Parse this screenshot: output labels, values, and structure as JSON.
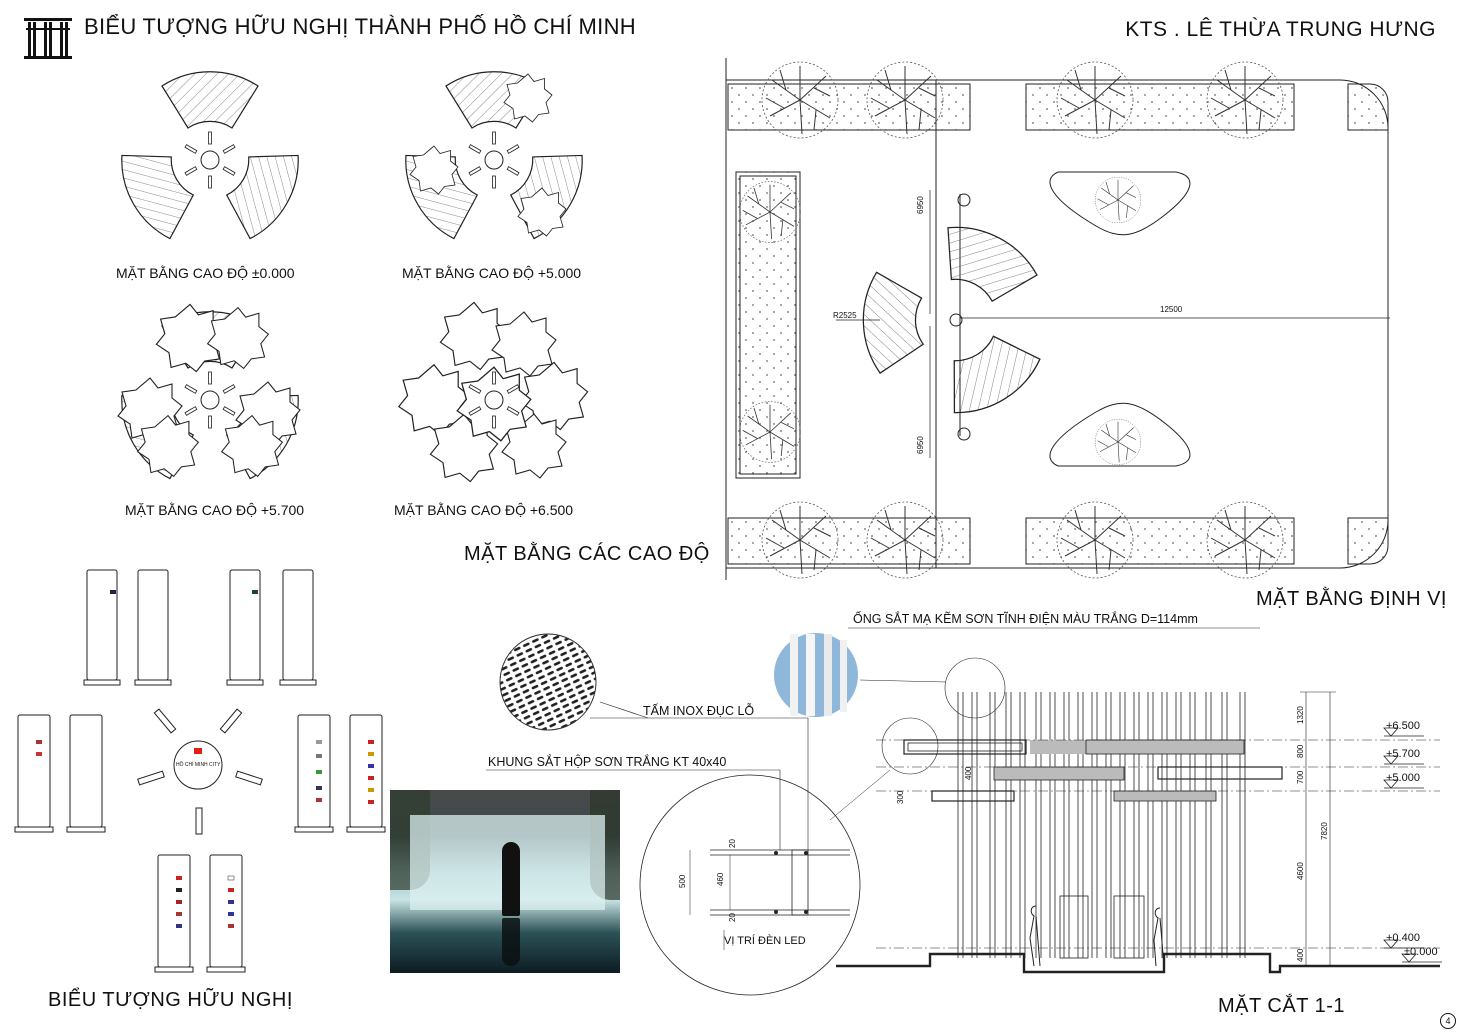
{
  "header": {
    "title": "BIỂU TƯỢNG HỮU NGHỊ THÀNH PHỐ HỒ CHÍ MINH",
    "author": "KTS . LÊ THỪA TRUNG HƯNG"
  },
  "plans": {
    "cap_0": "MẶT BẰNG CAO ĐỘ ±0.000",
    "cap_5000": "MẶT BẰNG CAO ĐỘ +5.000",
    "cap_5700": "MẶT BẰNG CAO ĐỘ +5.700",
    "cap_6500": "MẶT BẰNG CAO ĐỘ +6.500",
    "section_title": "MẶT BẰNG CÁC CAO ĐỘ"
  },
  "site_plan": {
    "title": "MẶT BẰNG ĐỊNH VỊ",
    "dim_radius": "R2525",
    "dim_length": "12500",
    "dim_top": "6950",
    "dim_bottom": "6950"
  },
  "friendship": {
    "title": "BIỂU TƯỢNG HỮU NGHỊ",
    "center_label": "HỒ CHÍ MINH CITY"
  },
  "section_cut": {
    "title": "MẶT CẮT 1-1",
    "note_pipe": "ỐNG SẮT MẠ KẼM SƠN TĨNH ĐIỆN MÀU TRẮNG D=114mm",
    "note_panel": "TẤM INOX ĐỤC LỖ",
    "note_frame": "KHUNG SẮT HỘP SƠN TRẮNG KT 40x40",
    "note_led": "VỊ TRÍ ĐÈN LED",
    "levels": [
      "+6.500",
      "+5.700",
      "+5.000",
      "+0.400",
      "±0.000"
    ],
    "dims_right": [
      "1320",
      "800",
      "700",
      "4600",
      "400",
      "7820"
    ],
    "dims_left": [
      "400",
      "300"
    ],
    "detail_dims": [
      "20",
      "500",
      "460",
      "20"
    ]
  },
  "page_number": "4"
}
